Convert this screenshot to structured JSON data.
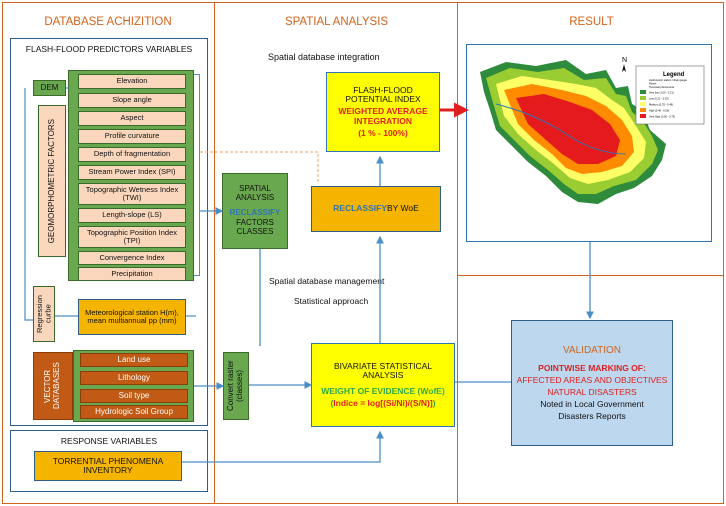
{
  "columns": {
    "acquisition": "DATABASE ACHIZITION",
    "spatial": "SPATIAL ANALYSIS",
    "result": "RESULT"
  },
  "predictors": {
    "title": "FLASH-FLOOD PREDICTORS VARIABLES",
    "dem": "DEM",
    "geomorphometric": "GEOMORPHOMETRIC FACTORS",
    "factors": [
      "Elevation",
      "Slope angle",
      "Aspect",
      "Profile curvature",
      "Depth of fragmentation",
      "Stream Power Index (SPI)",
      "Topographic Wetness Index (TWI)",
      "Length-slope (LS)",
      "Topographic Position Index (TPI)",
      "Convergence Index",
      "Precipitation"
    ],
    "regression": "Regression curbe",
    "meteo": "Meteorological station H(m), mean multiannual pp (mm)",
    "vector": "VECTOR DATABASES",
    "vector_items": [
      "Land use",
      "Lithology",
      "Soil type",
      "Hydrologic Soil Group"
    ]
  },
  "response": {
    "title": "RESPONSE VARIABLES",
    "inventory": "TORRENTIAL PHENOMENA INVENTORY"
  },
  "spatial": {
    "integration": "Spatial database integration",
    "ffpi_line1": "FLASH-FLOOD POTENTIAL INDEX",
    "ffpi_line2": "WEIGHTED AVERAGE INTEGRATION",
    "ffpi_line3": "(1 % - 100%)",
    "reclassify_woe_a": "RECLASSIFY",
    "reclassify_woe_b": " BY WoE",
    "sa_line1": "SPATIAL ANALYSIS",
    "sa_line2": "RECLASSIFY",
    "sa_line3": "FACTORS CLASSES",
    "management": "Spatial database management",
    "statistical": "Statistical approach",
    "convert": "Convert raster (classes)",
    "bivariate_title": "BIVARIATE STATISTICAL ANALYSIS",
    "woe": "WEIGHT OF EVIDENCE (WofE)",
    "formula_a": "(",
    "formula_b": "Indice = log[(Si/Ni)/(S/N)]",
    "formula_c": ")"
  },
  "validation": {
    "title": "VALIDATION",
    "line1": "POINTWISE MARKING OF:",
    "line2": "AFFECTED AREAS AND OBJECTIVES",
    "line3": "NATURAL DISASTERS",
    "line4": "Noted in Local Government",
    "line5": "Disasters Reports"
  },
  "map": {
    "legend_title": "Legend",
    "legend_items": [
      "Hydrometric station / Rain gauge",
      "Rivers",
      "Torrential phenomena",
      "Very low (1.00 - 0.21)",
      "Low (0.21 - 0.33)",
      "Medium (0.33 - 0.46)",
      "High (0.46 - 0.56)",
      "Very High (0.56 - 0.73)"
    ],
    "north": "N",
    "colors": {
      "very_low": "#2e8b3c",
      "low": "#9acd32",
      "medium": "#ffff66",
      "high": "#ff8c00",
      "very_high": "#e41a1c"
    }
  },
  "colors": {
    "frame": "#d0641c",
    "panel_border": "#2e5f8a",
    "connector": "#4a8fc7",
    "accent_red": "#e02020",
    "accent_blue": "#2e75b6",
    "accent_green": "#2ea84a"
  }
}
